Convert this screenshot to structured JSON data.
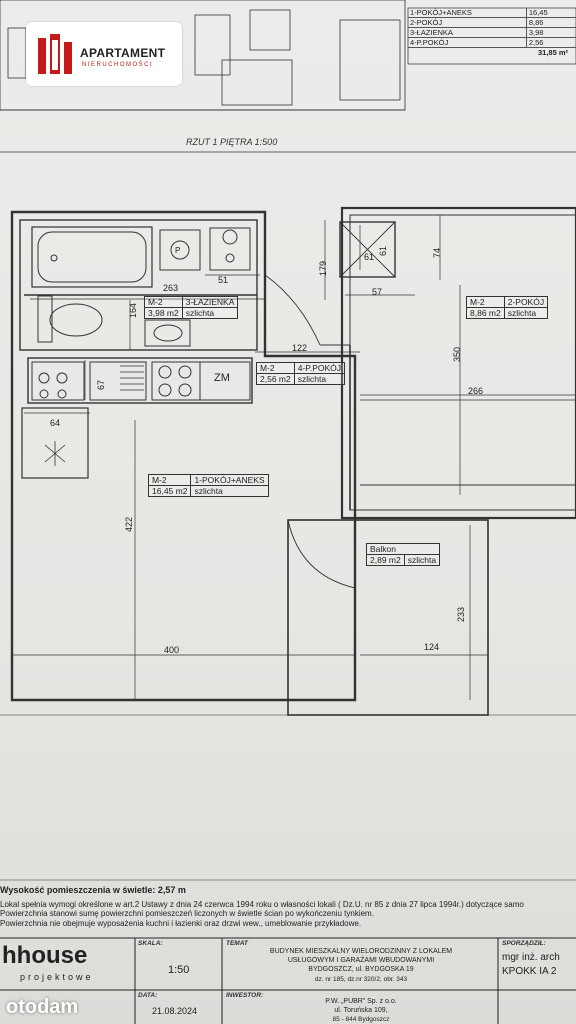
{
  "legend": {
    "rows": [
      {
        "name": "1-POKÓJ+ANEKS",
        "value": "16,45"
      },
      {
        "name": "2-POKÓJ",
        "value": "8,86"
      },
      {
        "name": "3-ŁAZIENKA",
        "value": "3,98"
      },
      {
        "name": "4-P.POKÓJ",
        "value": "2,56"
      }
    ],
    "total": "31,85 m²"
  },
  "logo": {
    "name": "APARTAMENT",
    "sub": "NIERUCHOMOŚCI"
  },
  "plan_title": "RZUT 1 PIĘTRA 1:500",
  "rooms": {
    "bath": {
      "code": "M-2",
      "name": "3-ŁAZIENKA",
      "area": "3,98 m2",
      "finish": "szlichta"
    },
    "hall": {
      "code": "M-2",
      "name": "4-P.POKÓJ",
      "area": "2,56 m2",
      "finish": "szlichta"
    },
    "room2": {
      "code": "M-2",
      "name": "2-POKÓJ",
      "area": "8,86 m2",
      "finish": "szlichta"
    },
    "room1": {
      "code": "M-2",
      "name": "1-POKÓJ+ANEKS",
      "area": "16,45 m2",
      "finish": "szlichta"
    },
    "balcony": {
      "name": "Balkon",
      "area": "2,89 m2",
      "finish": "szlichta"
    }
  },
  "dims": {
    "d263": "263",
    "d51": "51",
    "d164": "164",
    "d179": "179",
    "d61a": "61",
    "d61b": "61",
    "d74": "74",
    "d57": "57",
    "d122": "122",
    "d350": "350",
    "d266": "266",
    "d67": "67",
    "d64": "64",
    "d422": "422",
    "d400": "400",
    "d124": "124",
    "d233": "233"
  },
  "labels": {
    "zm": "ZM",
    "p": "P"
  },
  "notes": [
    "Wysokość pomieszczenia w świetle: 2,57 m",
    "Lokal spełnia wymogi określone w art.2 Ustawy z dnia 24 czerwca 1994 roku o własności lokali ( Dz.U. nr 85 z dnia 27 lipca 1994r.) dotyczące samo",
    "Powierzchnia stanowi sumę powierzchni pomieszczeń liczonych w świetle ścian po wykończeniu tynkiem.",
    "Powierzchnia nie obejmuje wyposażenia kuchni i łazienki oraz drzwi wew., umeblowanie przykładowe."
  ],
  "titleblock": {
    "company_a": "hhouse",
    "company_b": "projektowe",
    "scale_lbl": "SKALA:",
    "scale": "1:50",
    "date_lbl": "DATA:",
    "date": "21.08.2024",
    "topic_lbl": "TEMAT",
    "topic_1": "BUDYNEK MIESZKALNY WIELORODZINNY Z LOKALEM",
    "topic_2": "USŁUGOWYM I GARAŻAMI WBUDOWANYMI",
    "topic_3": "BYDGOSZCZ, ul. BYDGOSKA 19",
    "topic_4": "dz. nr 185, dz.nr 320/2, obr. 343",
    "investor_lbl": "INWESTOR:",
    "investor_1": "P.W. „PUBR” Sp. z o.o.",
    "investor_2": "ul. Toruńska 109,",
    "investor_3": "85 - 844 Bydgoszcz",
    "author_lbl": "SPORZĄDZIŁ:",
    "author_1": "mgr inż. arch",
    "author_2": "KPOKK IA 2"
  },
  "watermark": "otodam"
}
